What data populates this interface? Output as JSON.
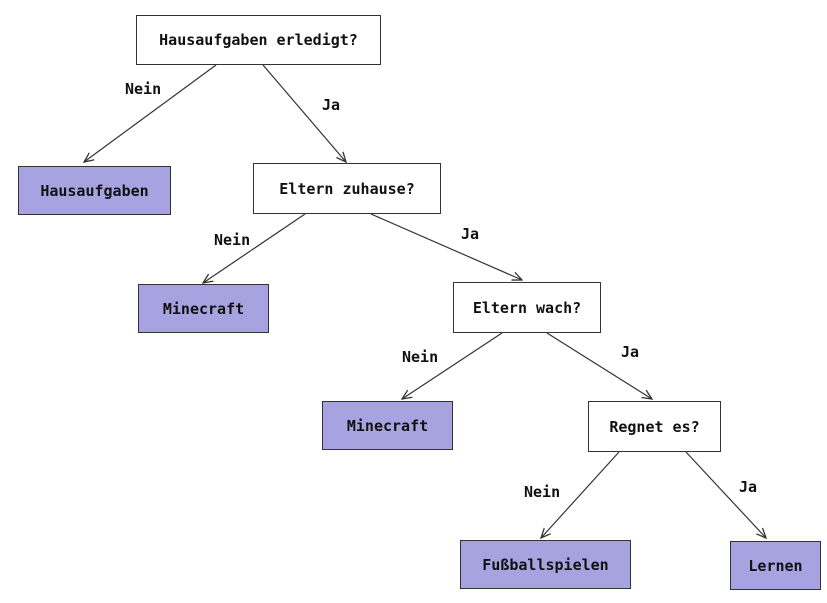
{
  "colors": {
    "question_fill": "#ffffff",
    "leaf_fill": "#a7a3e0",
    "border": "#333333",
    "edge": "#333333"
  },
  "nodes": {
    "q1": "Hausaufgaben erledigt?",
    "leaf1": "Hausaufgaben",
    "q2": "Eltern zuhause?",
    "leaf2": "Minecraft",
    "q3": "Eltern wach?",
    "leaf3": "Minecraft",
    "q4": "Regnet es?",
    "leaf4": "Fußballspielen",
    "leaf5": "Lernen"
  },
  "edges": {
    "q1_leaf1": "Nein",
    "q1_q2": "Ja",
    "q2_leaf2": "Nein",
    "q2_q3": "Ja",
    "q3_leaf3": "Nein",
    "q3_q4": "Ja",
    "q4_leaf4": "Nein",
    "q4_leaf5": "Ja"
  }
}
